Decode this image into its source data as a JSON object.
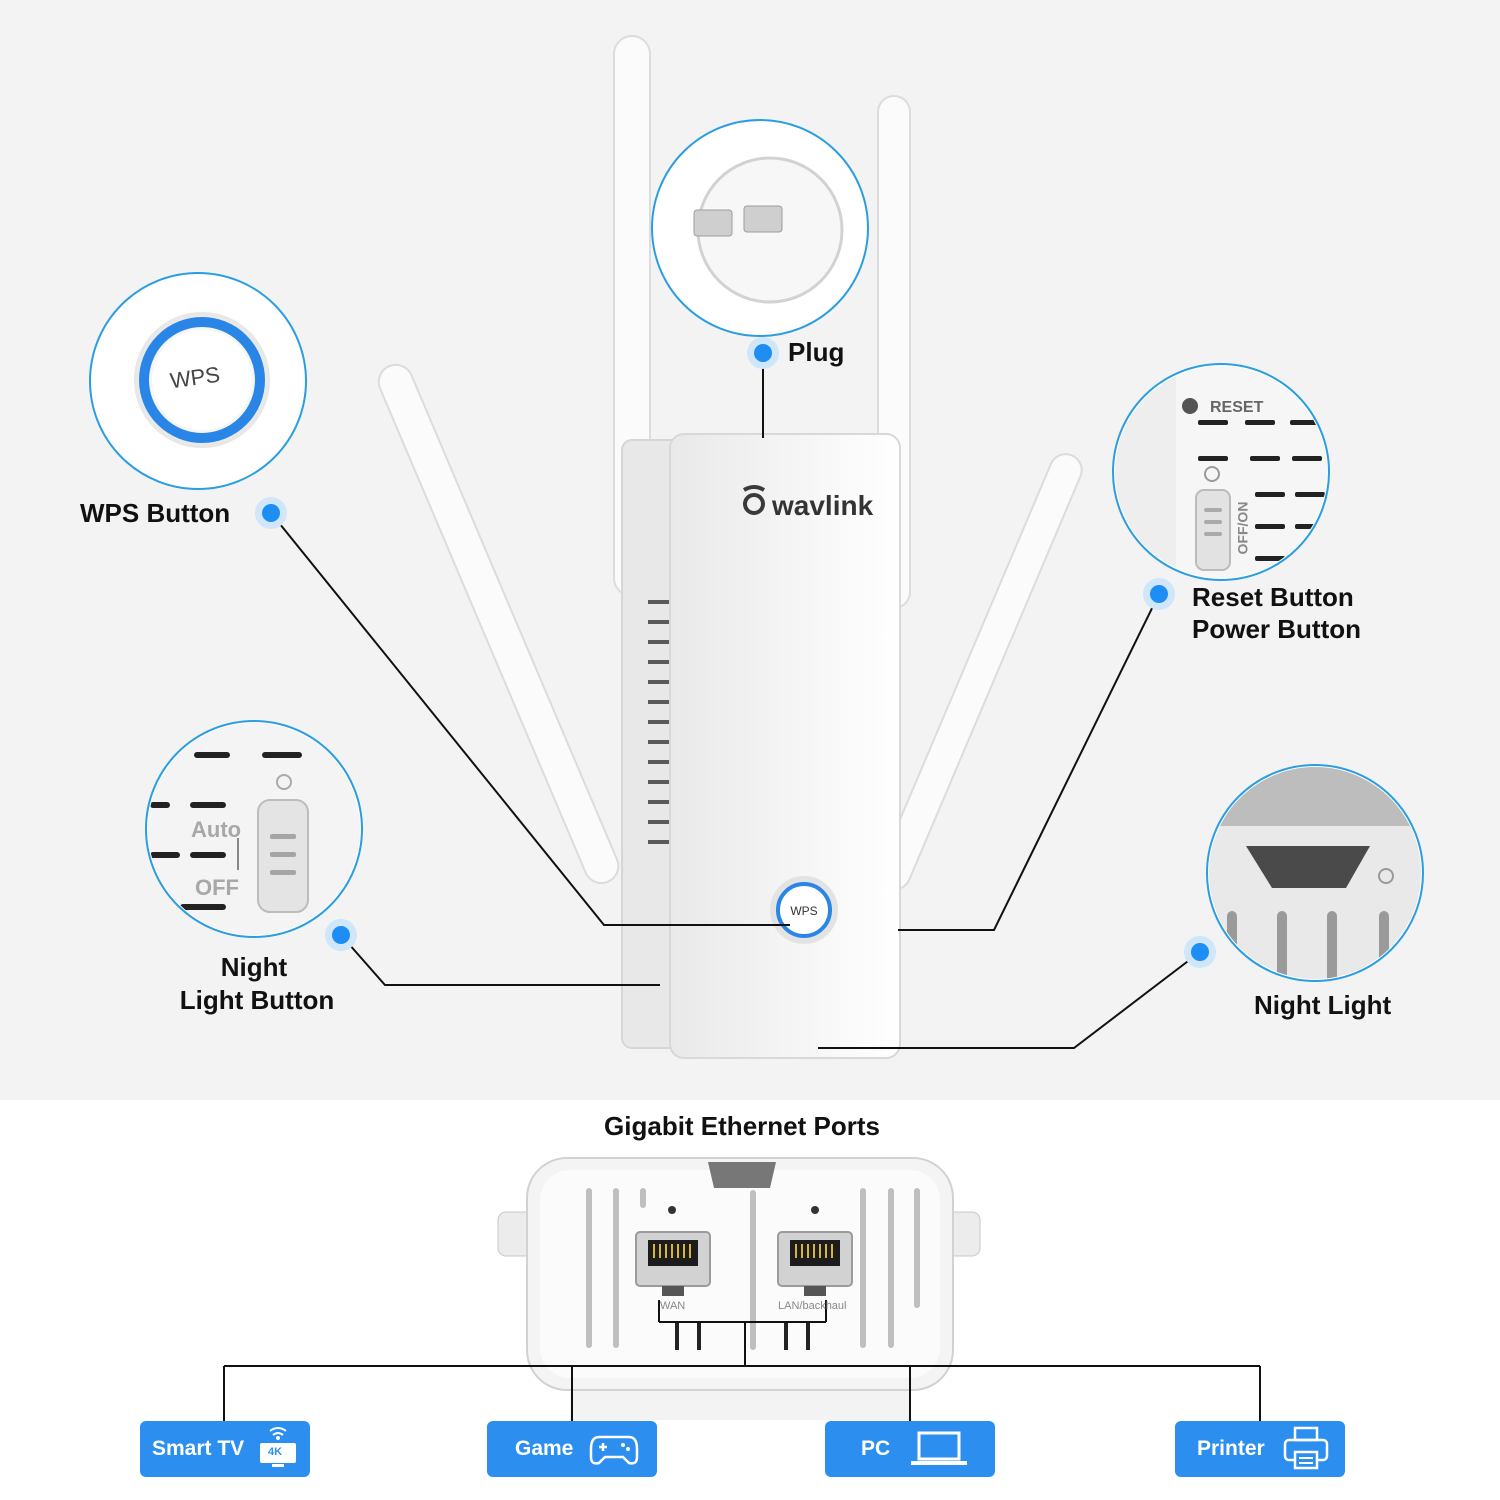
{
  "brand": "wavlink",
  "callouts": {
    "plug": "Plug",
    "wps": "WPS Button",
    "reset_line1": "Reset Button",
    "reset_line2": "Power Button",
    "night_button_line1": "Night",
    "night_button_line2": "Light Button",
    "night_light": "Night Light"
  },
  "zoom_texts": {
    "wps": "WPS",
    "reset": "RESET",
    "offon": "OFF/ON",
    "auto": "Auto",
    "off": "OFF"
  },
  "device": {
    "wps_label": "WPS"
  },
  "ports": {
    "title": "Gigabit Ethernet Ports",
    "wan": "WAN",
    "lan": "LAN/backhaul"
  },
  "devices": [
    {
      "label": "Smart TV",
      "icon": "smart-tv-4k-icon",
      "badge": "4K"
    },
    {
      "label": "Game",
      "icon": "gamepad-icon"
    },
    {
      "label": "PC",
      "icon": "laptop-icon"
    },
    {
      "label": "Printer",
      "icon": "printer-icon"
    }
  ],
  "colors": {
    "accent": "#2c8ff0",
    "ring": "#2a86e6",
    "dot": "#1e8ef5"
  }
}
